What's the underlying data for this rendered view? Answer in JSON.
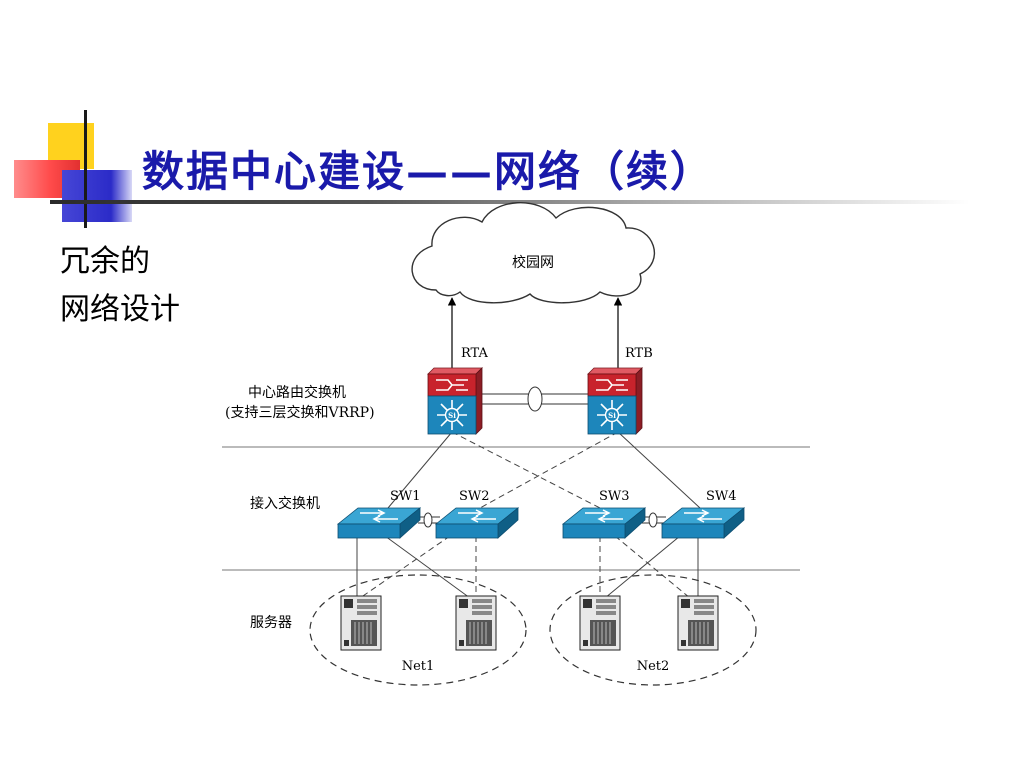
{
  "slide": {
    "title": "数据中心建设——网络（续）",
    "subtitle_line1": "冗余的",
    "subtitle_line2": "网络设计"
  },
  "diagram": {
    "cloud_label": "校园网",
    "routers": [
      {
        "id": "rta",
        "label": "RTA"
      },
      {
        "id": "rtb",
        "label": "RTB"
      }
    ],
    "layer_labels": {
      "core_line1": "中心路由交换机",
      "core_line2": "(支持三层交换和VRRP)",
      "access": "接入交换机",
      "servers": "服务器"
    },
    "switches": [
      {
        "id": "sw1",
        "label": "SW1"
      },
      {
        "id": "sw2",
        "label": "SW2"
      },
      {
        "id": "sw3",
        "label": "SW3"
      },
      {
        "id": "sw4",
        "label": "SW4"
      }
    ],
    "nets": [
      {
        "id": "net1",
        "label": "Net1"
      },
      {
        "id": "net2",
        "label": "Net2"
      }
    ],
    "si_badge": "Si"
  }
}
